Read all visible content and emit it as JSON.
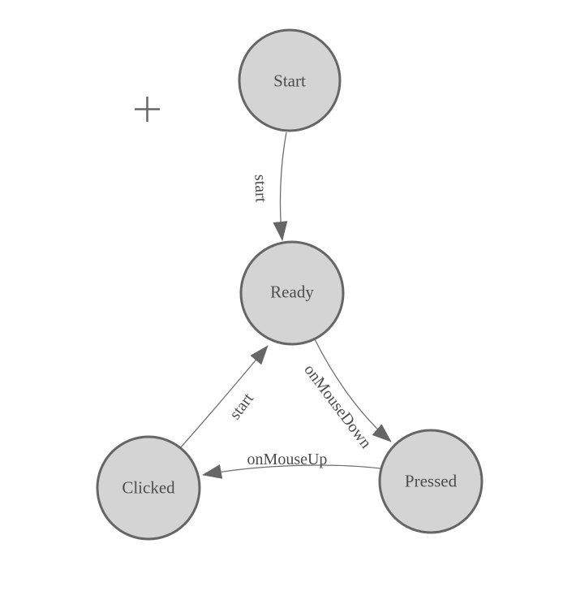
{
  "diagram": {
    "type": "state-machine",
    "nodes": [
      {
        "id": "start",
        "label": "Start"
      },
      {
        "id": "ready",
        "label": "Ready"
      },
      {
        "id": "pressed",
        "label": "Pressed"
      },
      {
        "id": "clicked",
        "label": "Clicked"
      }
    ],
    "edges": [
      {
        "from": "start",
        "to": "ready",
        "label": "start"
      },
      {
        "from": "ready",
        "to": "pressed",
        "label": "onMouseDown"
      },
      {
        "from": "pressed",
        "to": "clicked",
        "label": "onMouseUp"
      },
      {
        "from": "clicked",
        "to": "ready",
        "label": "start"
      }
    ],
    "colors": {
      "background": "#ffffff",
      "node_fill": "#d4d4d4",
      "node_stroke": "#666666",
      "edge_stroke": "#6e6e6e",
      "arrow_fill": "#666666",
      "label_color": "#4d4d4d",
      "crosshair_color": "#666666"
    },
    "icons": {
      "crosshair": "plus-crosshair"
    }
  }
}
